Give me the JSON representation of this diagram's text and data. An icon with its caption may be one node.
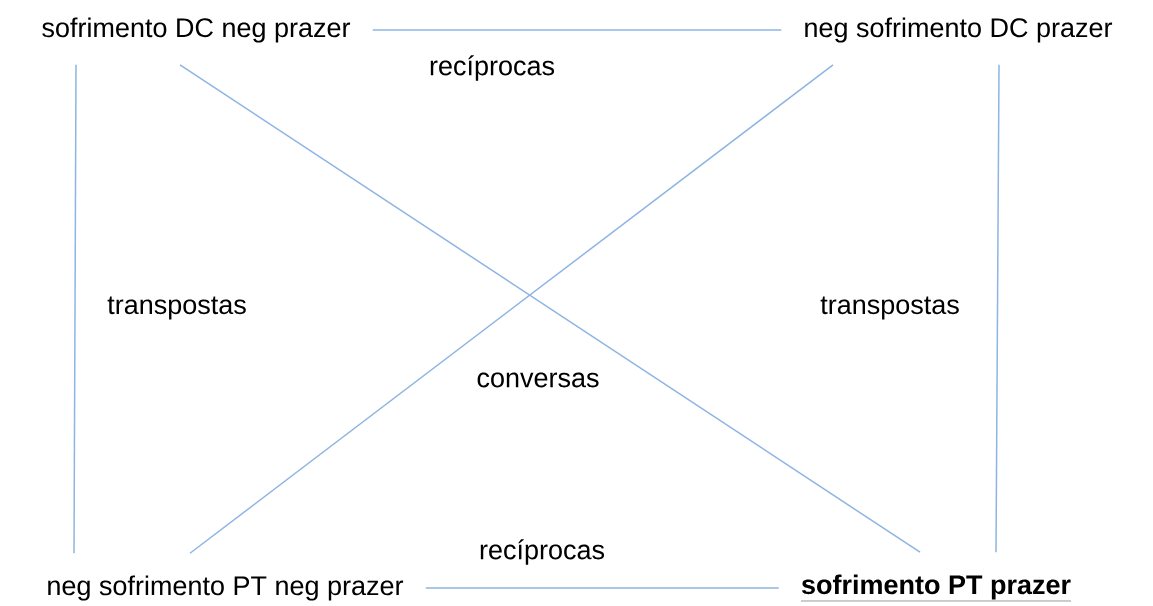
{
  "diagram": {
    "nodes": [
      {
        "text": [
          "sofrimento DC neg prazer"
        ]
      },
      {
        "text": [
          "neg sofrimento DC prazer"
        ]
      },
      {
        "text": [
          "neg sofrimento PT neg prazer"
        ]
      },
      {
        "text": [
          "sofrimento PT prazer"
        ]
      }
    ],
    "edges": [
      {
        "from": 0,
        "to": 1,
        "arrow": "none",
        "label": "recíprocas"
      },
      {
        "from": 0,
        "to": 2,
        "arrow": "none",
        "label": "transpostas"
      },
      {
        "from": 1,
        "to": 3,
        "arrow": "none",
        "label": "transpostas"
      },
      {
        "from": 0,
        "to": 3,
        "arrow": "none"
      },
      {
        "from": 1,
        "to": 2,
        "arrow": "none"
      },
      {
        "from": 2,
        "to": 3,
        "arrow": "none",
        "label": "recíprocas"
      }
    ],
    "labels": [
      "conversas"
    ]
  }
}
